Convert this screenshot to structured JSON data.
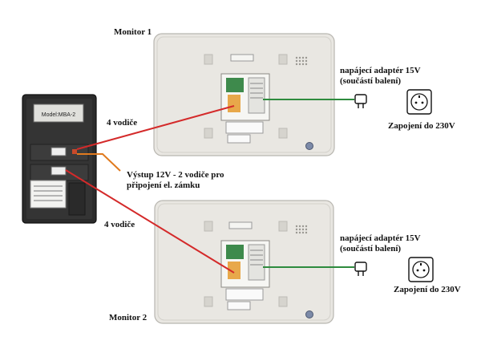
{
  "monitor1": {
    "title": "Monitor 1",
    "adapter_label_line1": "napájecí adaptér 15V",
    "adapter_label_line2": "(součástí balení)",
    "socket_label": "Zapojení do 230V"
  },
  "monitor2": {
    "title": "Monitor 2",
    "adapter_label_line1": "napájecí adaptér 15V",
    "adapter_label_line2": "(součástí balení)",
    "socket_label": "Zapojení do 230V"
  },
  "outdoor_unit": {
    "model_text": "Model:MBA-2"
  },
  "wires": {
    "to_monitor1_label": "4 vodiče",
    "to_monitor2_label": "4 vodiče",
    "lock_output_line1": "Výstup 12V - 2 vodiče pro",
    "lock_output_line2": "připojení el. zámku"
  },
  "colors": {
    "monitor_wire": "#d42a2a",
    "power_wire": "#2e8b3e",
    "lock_wire": "#e07a1e",
    "monitor_body": "#ebe9e4",
    "outdoor_body": "#2d2d2d"
  }
}
